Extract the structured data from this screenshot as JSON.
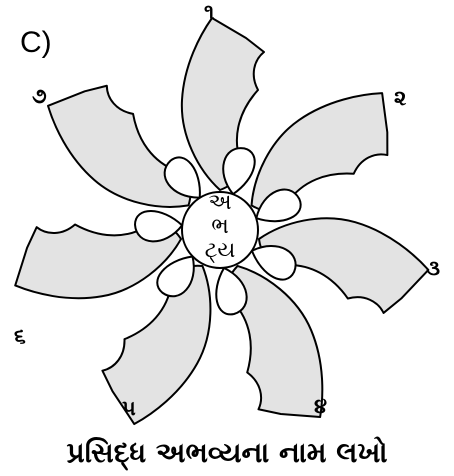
{
  "option_label": "C)",
  "petal_numbers": [
    "૧",
    "૨",
    "૩",
    "૪",
    "૫",
    "૬",
    "૭"
  ],
  "center_letters": [
    "અ",
    "ભ",
    "ટ્ય"
  ],
  "caption": "પ્રસિદ્ધ અભવ્યના નામ લખો",
  "colors": {
    "petal_fill": "#e3e3e3",
    "stroke": "#000000"
  }
}
